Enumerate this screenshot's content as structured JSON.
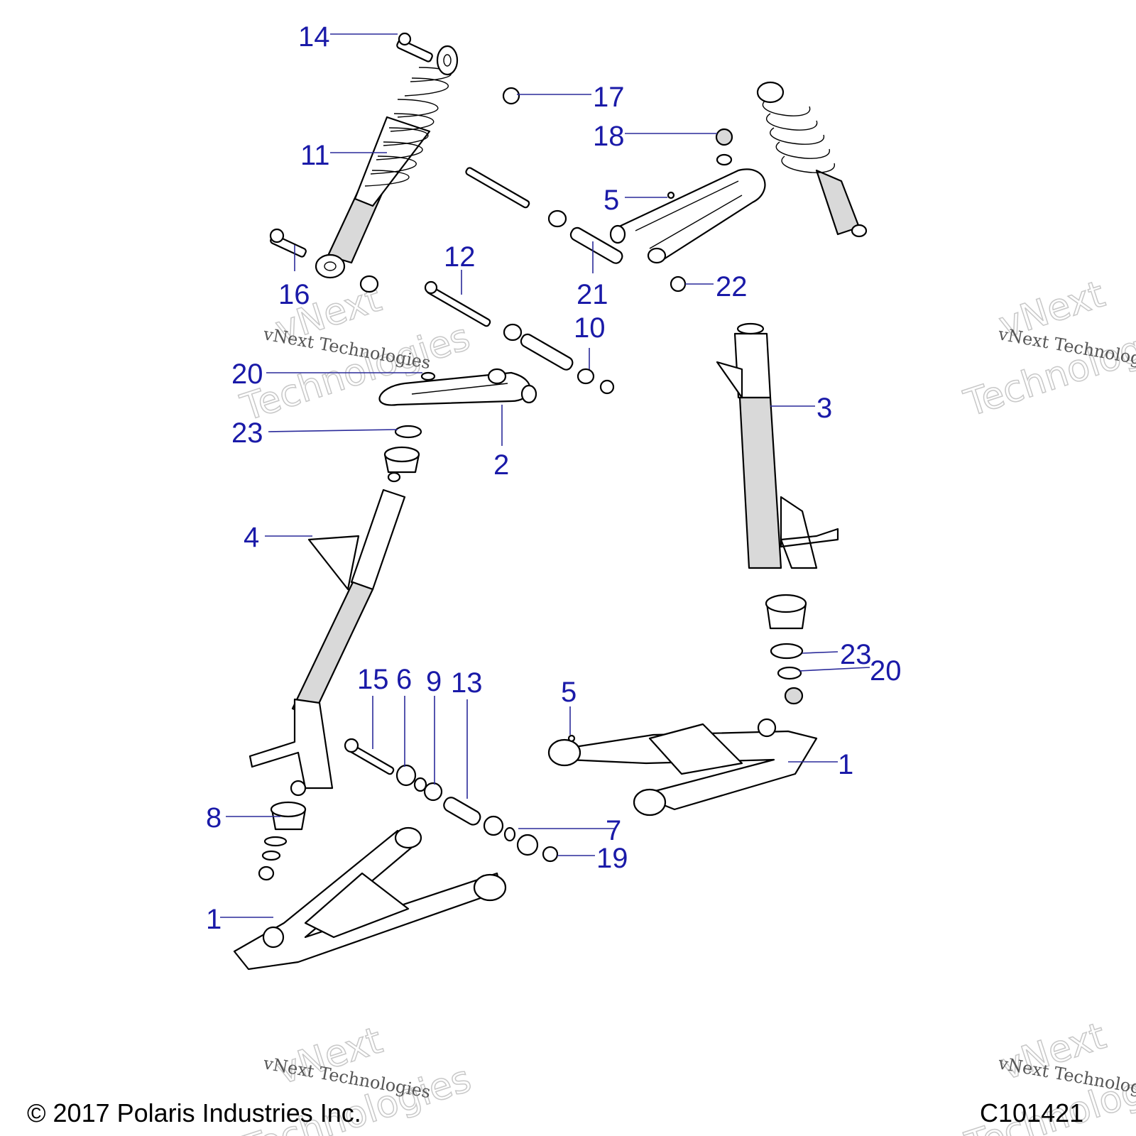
{
  "diagram": {
    "callouts": [
      "14",
      "17",
      "18",
      "11",
      "5",
      "16",
      "12",
      "21",
      "22",
      "10",
      "20",
      "3",
      "23",
      "2",
      "4",
      "15",
      "6",
      "9",
      "13",
      "23",
      "20",
      "5",
      "1",
      "8",
      "7",
      "19",
      "1"
    ],
    "watermark": {
      "small_text": "vNext Technologies",
      "big_text_line1": "vNext",
      "big_text_line2": "Technologies"
    },
    "copyright": "© 2017 Polaris Industries Inc.",
    "figure_id": "C101421"
  }
}
